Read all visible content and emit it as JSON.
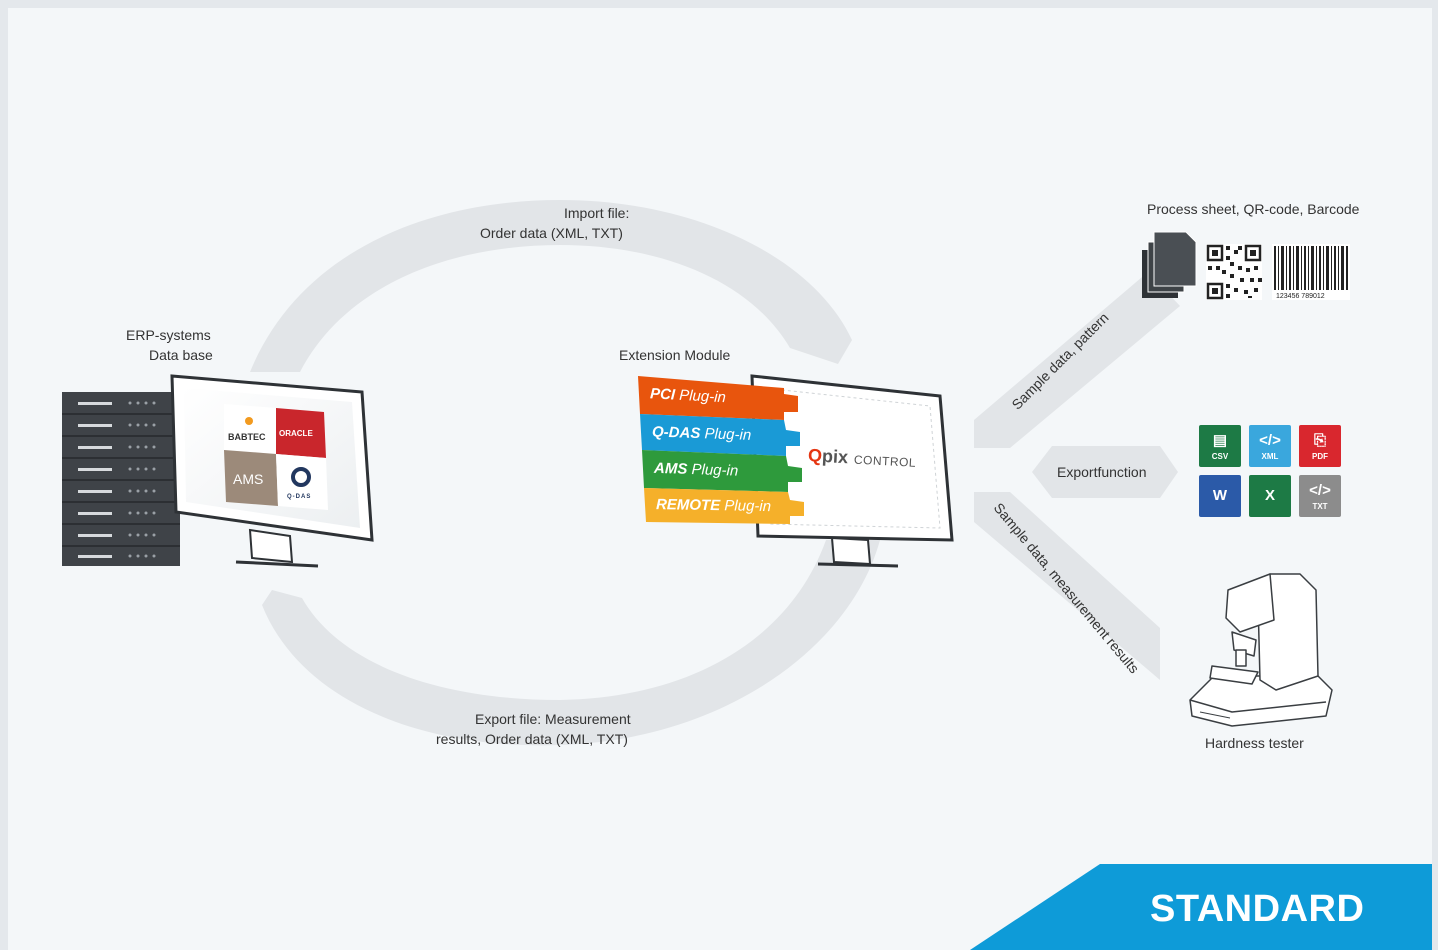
{
  "labels": {
    "import_line1": "Import file:",
    "import_line2": "Order data (XML, TXT)",
    "erp_line1": "ERP-systems",
    "erp_line2": "Data base",
    "extension_module": "Extension Module",
    "export_line1": "Export file: Measurement",
    "export_line2": "results, Order data (XML, TXT)",
    "process_sheet": "Process sheet, QR-code, Barcode",
    "sample_pattern": "Sample data, pattern",
    "exportfunction": "Exportfunction",
    "sample_measurement": "Sample data, measurement results",
    "hardness_tester": "Hardness tester",
    "barcode_number": "123456 789012",
    "badge": "STANDARD"
  },
  "erp_logos": {
    "babtec": "BABTEC",
    "oracle": "ORACLE",
    "ams": "AMS",
    "qdas": "Q-DAS"
  },
  "plugins": [
    {
      "brand": "PCI",
      "suffix": "Plug-in",
      "color": "#e8550d"
    },
    {
      "brand": "Q-DAS",
      "suffix": "Plug-in",
      "color": "#1a9ad6"
    },
    {
      "brand": "AMS",
      "suffix": "Plug-in",
      "color": "#2e9a3c"
    },
    {
      "brand": "REMOTE",
      "suffix": "Plug-in",
      "color": "#f5b02a"
    }
  ],
  "qpix": {
    "q": "Q",
    "pix": "pix",
    "control": "CONTROL"
  },
  "export_icons": [
    {
      "glyph": "▤",
      "tag": "CSV",
      "color": "#1d7a45",
      "icon": "csv-icon"
    },
    {
      "glyph": "</>",
      "tag": "XML",
      "color": "#3aa7dd",
      "icon": "xml-icon"
    },
    {
      "glyph": "⎘",
      "tag": "PDF",
      "color": "#d9272e",
      "icon": "pdf-icon"
    },
    {
      "glyph": "W",
      "tag": "",
      "color": "#2b5aa8",
      "icon": "word-icon"
    },
    {
      "glyph": "X",
      "tag": "",
      "color": "#1d7a45",
      "icon": "excel-icon"
    },
    {
      "glyph": "</>",
      "tag": "TXT",
      "color": "#8c8c8c",
      "icon": "txt-icon"
    }
  ],
  "colors": {
    "background": "#f4f7f9",
    "frame": "#e4e8ec",
    "arrow": "#e2e5e8",
    "badge": "#0e9bd8",
    "server": "#3f4348"
  }
}
